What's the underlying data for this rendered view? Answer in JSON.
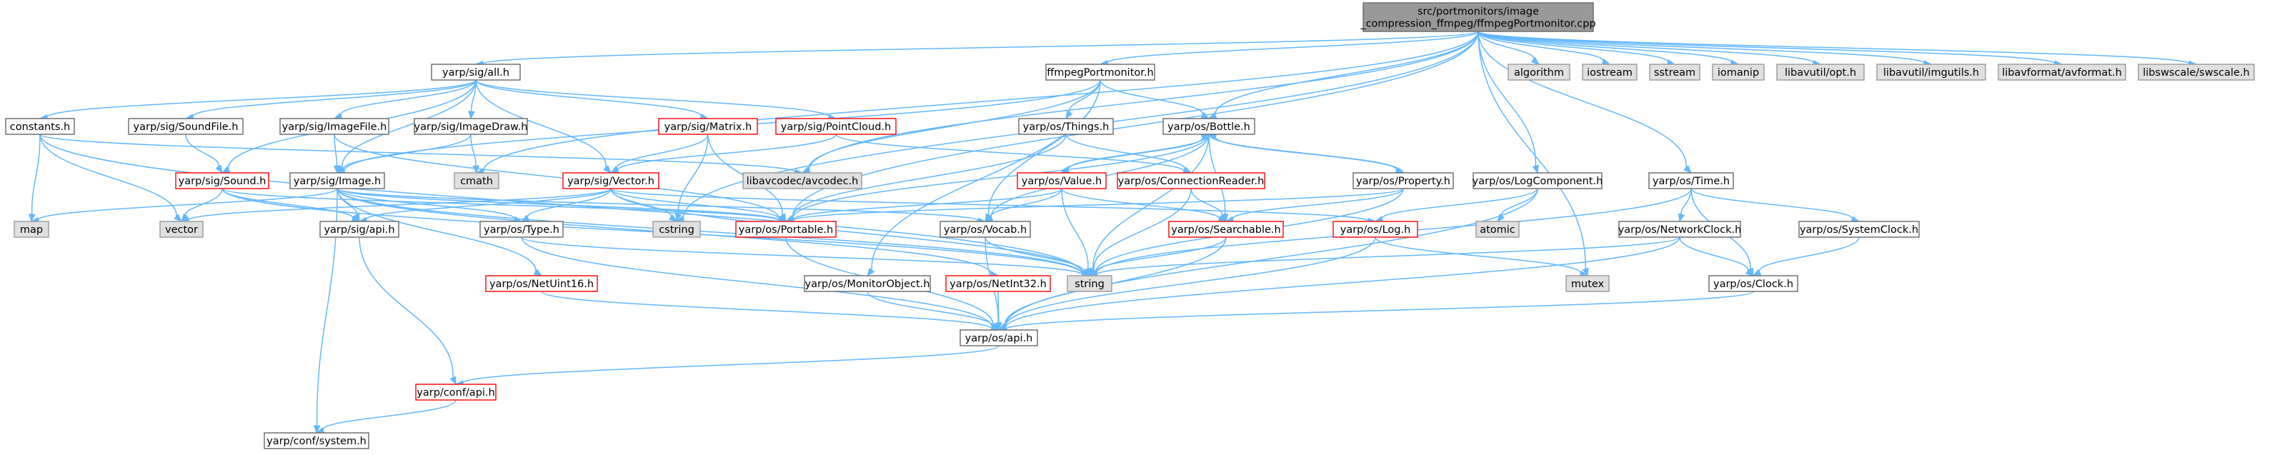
{
  "colors": {
    "background": "#ffffff",
    "root_fill": "#999999",
    "root_border": "#666666",
    "documented_fill": "#ffffff",
    "documented_border": "#666666",
    "incomplete_border": "#ff0000",
    "system_fill": "#e0e0e0",
    "system_border": "#999999",
    "edge": "#63b8ff",
    "text": "#000000"
  },
  "graph": {
    "nodes": [
      {
        "id": "root",
        "kind": "root",
        "lines": [
          "src/portmonitors/image",
          "_compression_ffmpeg/ffmpegPortmonitor.cpp"
        ]
      },
      {
        "id": "all",
        "kind": "doc",
        "lines": [
          "yarp/sig/all.h"
        ]
      },
      {
        "id": "ffmpeg_h",
        "kind": "doc",
        "lines": [
          "ffmpegPortmonitor.h"
        ]
      },
      {
        "id": "algorithm",
        "kind": "sys",
        "lines": [
          "algorithm"
        ]
      },
      {
        "id": "iostream",
        "kind": "sys",
        "lines": [
          "iostream"
        ]
      },
      {
        "id": "sstream",
        "kind": "sys",
        "lines": [
          "sstream"
        ]
      },
      {
        "id": "iomanip",
        "kind": "sys",
        "lines": [
          "iomanip"
        ]
      },
      {
        "id": "opt",
        "kind": "sys",
        "lines": [
          "libavutil/opt.h"
        ]
      },
      {
        "id": "imgutils",
        "kind": "sys",
        "lines": [
          "libavutil/imgutils.h"
        ]
      },
      {
        "id": "avformat",
        "kind": "sys",
        "lines": [
          "libavformat/avformat.h"
        ]
      },
      {
        "id": "swscale",
        "kind": "sys",
        "lines": [
          "libswscale/swscale.h"
        ]
      },
      {
        "id": "constants",
        "kind": "doc",
        "lines": [
          "constants.h"
        ]
      },
      {
        "id": "soundfile",
        "kind": "doc",
        "lines": [
          "yarp/sig/SoundFile.h"
        ]
      },
      {
        "id": "imagefile",
        "kind": "doc",
        "lines": [
          "yarp/sig/ImageFile.h"
        ]
      },
      {
        "id": "imagedraw",
        "kind": "doc",
        "lines": [
          "yarp/sig/ImageDraw.h"
        ]
      },
      {
        "id": "matrix",
        "kind": "inc",
        "lines": [
          "yarp/sig/Matrix.h"
        ]
      },
      {
        "id": "pointcloud",
        "kind": "inc",
        "lines": [
          "yarp/sig/PointCloud.h"
        ]
      },
      {
        "id": "things",
        "kind": "doc",
        "lines": [
          "yarp/os/Things.h"
        ]
      },
      {
        "id": "bottle",
        "kind": "doc",
        "lines": [
          "yarp/os/Bottle.h"
        ]
      },
      {
        "id": "sound",
        "kind": "inc",
        "lines": [
          "yarp/sig/Sound.h"
        ]
      },
      {
        "id": "image",
        "kind": "doc",
        "lines": [
          "yarp/sig/Image.h"
        ]
      },
      {
        "id": "cmath",
        "kind": "sys",
        "lines": [
          "cmath"
        ]
      },
      {
        "id": "sigvector",
        "kind": "inc",
        "lines": [
          "yarp/sig/Vector.h"
        ]
      },
      {
        "id": "avcodec",
        "kind": "sys",
        "lines": [
          "libavcodec/avcodec.h"
        ]
      },
      {
        "id": "value",
        "kind": "inc",
        "lines": [
          "yarp/os/Value.h"
        ]
      },
      {
        "id": "connreader",
        "kind": "inc",
        "lines": [
          "yarp/os/ConnectionReader.h"
        ]
      },
      {
        "id": "property",
        "kind": "doc",
        "lines": [
          "yarp/os/Property.h"
        ]
      },
      {
        "id": "logcomp",
        "kind": "doc",
        "lines": [
          "yarp/os/LogComponent.h"
        ]
      },
      {
        "id": "time",
        "kind": "doc",
        "lines": [
          "yarp/os/Time.h"
        ]
      },
      {
        "id": "map",
        "kind": "sys",
        "lines": [
          "map"
        ]
      },
      {
        "id": "vector",
        "kind": "sys",
        "lines": [
          "vector"
        ]
      },
      {
        "id": "sigapi",
        "kind": "doc",
        "lines": [
          "yarp/sig/api.h"
        ]
      },
      {
        "id": "type",
        "kind": "doc",
        "lines": [
          "yarp/os/Type.h"
        ]
      },
      {
        "id": "cstring",
        "kind": "sys",
        "lines": [
          "cstring"
        ]
      },
      {
        "id": "portable",
        "kind": "inc",
        "lines": [
          "yarp/os/Portable.h"
        ]
      },
      {
        "id": "vocab",
        "kind": "doc",
        "lines": [
          "yarp/os/Vocab.h"
        ]
      },
      {
        "id": "searchable",
        "kind": "inc",
        "lines": [
          "yarp/os/Searchable.h"
        ]
      },
      {
        "id": "atomic",
        "kind": "sys",
        "lines": [
          "atomic"
        ]
      },
      {
        "id": "log",
        "kind": "inc",
        "lines": [
          "yarp/os/Log.h"
        ]
      },
      {
        "id": "netclock",
        "kind": "doc",
        "lines": [
          "yarp/os/NetworkClock.h"
        ]
      },
      {
        "id": "sysclock",
        "kind": "doc",
        "lines": [
          "yarp/os/SystemClock.h"
        ]
      },
      {
        "id": "string",
        "kind": "sys",
        "lines": [
          "string"
        ]
      },
      {
        "id": "mutex",
        "kind": "sys",
        "lines": [
          "mutex"
        ]
      },
      {
        "id": "netuint16",
        "kind": "inc",
        "lines": [
          "yarp/os/NetUint16.h"
        ]
      },
      {
        "id": "monitorobj",
        "kind": "doc",
        "lines": [
          "yarp/os/MonitorObject.h"
        ]
      },
      {
        "id": "netint32",
        "kind": "inc",
        "lines": [
          "yarp/os/NetInt32.h"
        ]
      },
      {
        "id": "clock",
        "kind": "doc",
        "lines": [
          "yarp/os/Clock.h"
        ]
      },
      {
        "id": "osapi",
        "kind": "doc",
        "lines": [
          "yarp/os/api.h"
        ]
      },
      {
        "id": "confapi",
        "kind": "inc",
        "lines": [
          "yarp/conf/api.h"
        ]
      },
      {
        "id": "system",
        "kind": "doc",
        "lines": [
          "yarp/conf/system.h"
        ]
      }
    ],
    "edges": [
      [
        "root",
        "all"
      ],
      [
        "root",
        "ffmpeg_h"
      ],
      [
        "root",
        "algorithm"
      ],
      [
        "root",
        "iostream"
      ],
      [
        "root",
        "sstream"
      ],
      [
        "root",
        "iomanip"
      ],
      [
        "root",
        "opt"
      ],
      [
        "root",
        "imgutils"
      ],
      [
        "root",
        "avformat"
      ],
      [
        "root",
        "swscale"
      ],
      [
        "root",
        "cmath"
      ],
      [
        "root",
        "cstring"
      ],
      [
        "root",
        "avcodec"
      ],
      [
        "root",
        "logcomp"
      ],
      [
        "root",
        "time"
      ],
      [
        "root",
        "mutex"
      ],
      [
        "root",
        "portable"
      ],
      [
        "root",
        "bottle"
      ],
      [
        "all",
        "constants"
      ],
      [
        "all",
        "soundfile"
      ],
      [
        "all",
        "imagefile"
      ],
      [
        "all",
        "imagedraw"
      ],
      [
        "all",
        "matrix"
      ],
      [
        "all",
        "pointcloud"
      ],
      [
        "all",
        "sound"
      ],
      [
        "all",
        "image"
      ],
      [
        "all",
        "sigvector"
      ],
      [
        "ffmpeg_h",
        "things"
      ],
      [
        "ffmpeg_h",
        "bottle"
      ],
      [
        "ffmpeg_h",
        "image"
      ],
      [
        "ffmpeg_h",
        "avcodec"
      ],
      [
        "ffmpeg_h",
        "monitorobj"
      ],
      [
        "ffmpeg_h",
        "vocab"
      ],
      [
        "constants",
        "map"
      ],
      [
        "constants",
        "vector"
      ],
      [
        "constants",
        "string"
      ],
      [
        "constants",
        "avcodec"
      ],
      [
        "soundfile",
        "sound"
      ],
      [
        "imagefile",
        "image"
      ],
      [
        "imagefile",
        "portable"
      ],
      [
        "imagedraw",
        "image"
      ],
      [
        "imagedraw",
        "cmath"
      ],
      [
        "matrix",
        "sigvector"
      ],
      [
        "matrix",
        "cstring"
      ],
      [
        "matrix",
        "portable"
      ],
      [
        "pointcloud",
        "sigvector"
      ],
      [
        "pointcloud",
        "connreader"
      ],
      [
        "things",
        "connreader"
      ],
      [
        "things",
        "portable"
      ],
      [
        "bottle",
        "value"
      ],
      [
        "bottle",
        "property"
      ],
      [
        "bottle",
        "portable"
      ],
      [
        "bottle",
        "searchable"
      ],
      [
        "bottle",
        "string"
      ],
      [
        "bottle",
        "vocab"
      ],
      [
        "sound",
        "vector"
      ],
      [
        "sound",
        "sigapi"
      ],
      [
        "sound",
        "string"
      ],
      [
        "sound",
        "portable"
      ],
      [
        "image",
        "map"
      ],
      [
        "image",
        "sigapi"
      ],
      [
        "image",
        "type"
      ],
      [
        "image",
        "portable"
      ],
      [
        "image",
        "vocab"
      ],
      [
        "image",
        "netuint16"
      ],
      [
        "image",
        "netint32"
      ],
      [
        "image",
        "string"
      ],
      [
        "image",
        "system"
      ],
      [
        "sigvector",
        "vector"
      ],
      [
        "sigvector",
        "sigapi"
      ],
      [
        "sigvector",
        "type"
      ],
      [
        "sigvector",
        "cstring"
      ],
      [
        "sigvector",
        "portable"
      ],
      [
        "sigvector",
        "log"
      ],
      [
        "sigvector",
        "string"
      ],
      [
        "value",
        "bottle"
      ],
      [
        "value",
        "portable"
      ],
      [
        "value",
        "searchable"
      ],
      [
        "value",
        "vocab"
      ],
      [
        "value",
        "string"
      ],
      [
        "connreader",
        "searchable"
      ],
      [
        "connreader",
        "string"
      ],
      [
        "property",
        "bottle"
      ],
      [
        "property",
        "searchable"
      ],
      [
        "property",
        "portable"
      ],
      [
        "property",
        "string"
      ],
      [
        "logcomp",
        "log"
      ],
      [
        "logcomp",
        "atomic"
      ],
      [
        "logcomp",
        "osapi"
      ],
      [
        "time",
        "netclock"
      ],
      [
        "time",
        "sysclock"
      ],
      [
        "time",
        "clock"
      ],
      [
        "time",
        "string"
      ],
      [
        "sigapi",
        "confapi"
      ],
      [
        "type",
        "string"
      ],
      [
        "type",
        "osapi"
      ],
      [
        "portable",
        "osapi"
      ],
      [
        "vocab",
        "string"
      ],
      [
        "vocab",
        "osapi"
      ],
      [
        "searchable",
        "string"
      ],
      [
        "searchable",
        "osapi"
      ],
      [
        "log",
        "mutex"
      ],
      [
        "log",
        "osapi"
      ],
      [
        "netclock",
        "clock"
      ],
      [
        "netclock",
        "osapi"
      ],
      [
        "netclock",
        "string"
      ],
      [
        "sysclock",
        "clock"
      ],
      [
        "netuint16",
        "osapi"
      ],
      [
        "monitorobj",
        "osapi"
      ],
      [
        "netint32",
        "osapi"
      ],
      [
        "clock",
        "osapi"
      ],
      [
        "osapi",
        "confapi"
      ],
      [
        "confapi",
        "system"
      ]
    ]
  }
}
